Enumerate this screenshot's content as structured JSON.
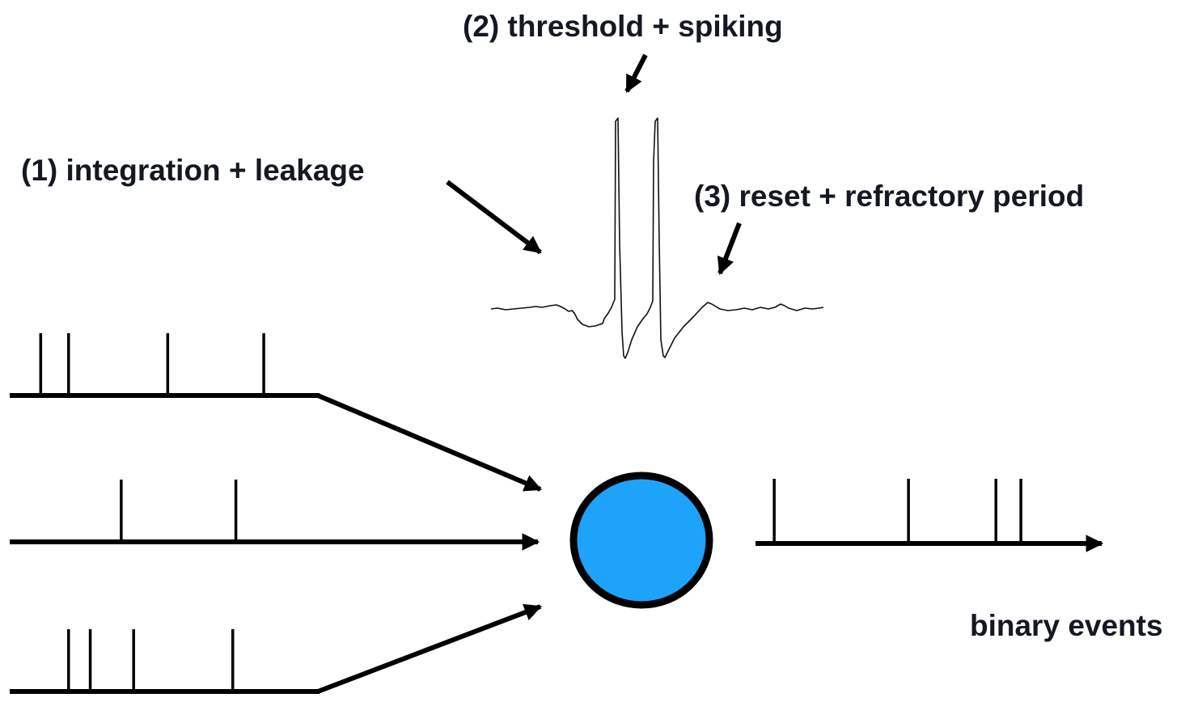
{
  "labels": {
    "integration": "(1) integration + leakage",
    "threshold": "(2) threshold + spiking",
    "reset": "(3) reset + refractory period",
    "output": "binary events"
  },
  "colors": {
    "neuron_fill": "#1ea3fb",
    "stroke": "#000000",
    "text": "#141822"
  },
  "input_trains": [
    {
      "name": "input-train-1",
      "spikes": [
        0.1,
        0.19,
        0.51,
        0.82
      ]
    },
    {
      "name": "input-train-2",
      "spikes": [
        0.36,
        0.73
      ]
    },
    {
      "name": "input-train-3",
      "spikes": [
        0.19,
        0.26,
        0.4,
        0.72
      ]
    }
  ],
  "output_train": {
    "name": "output-train",
    "spikes": [
      0.06,
      0.49,
      0.77,
      0.85
    ]
  }
}
